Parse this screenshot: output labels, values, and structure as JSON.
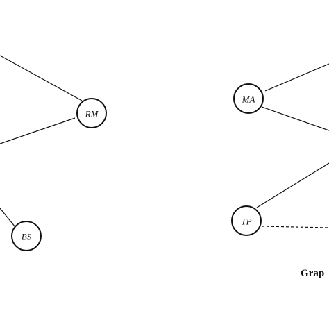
{
  "diagram": {
    "nodes": {
      "rm": {
        "label": "RM"
      },
      "bs": {
        "label": "BS"
      },
      "ma": {
        "label": "MA"
      },
      "tp": {
        "label": "TP"
      }
    },
    "caption": "Grap"
  }
}
